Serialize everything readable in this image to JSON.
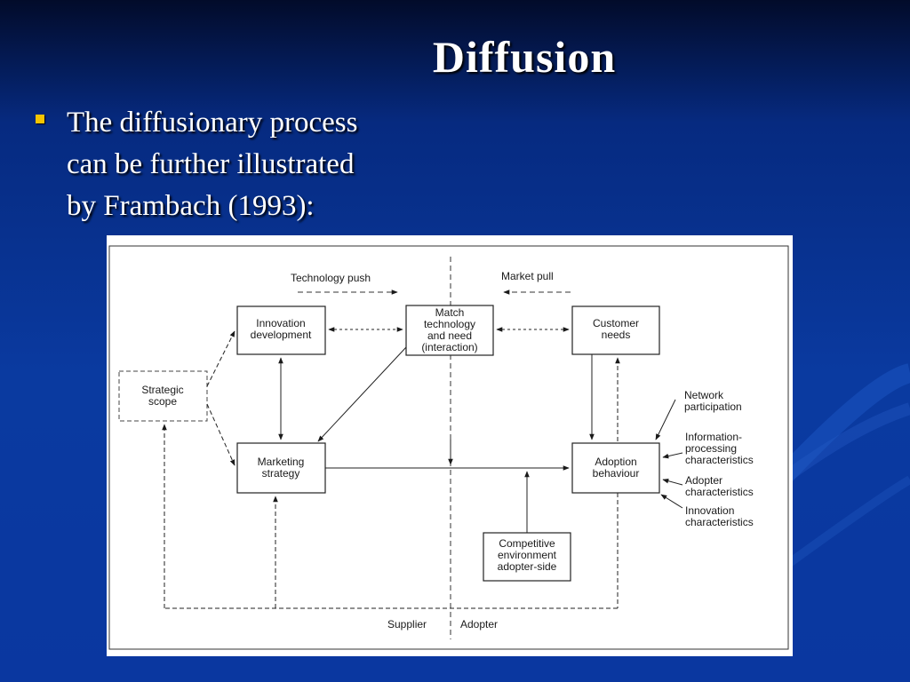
{
  "slide": {
    "title": "Diffusion",
    "bullet": [
      "The diffusionary process",
      "can be further illustrated",
      "by Frambach (1993):"
    ]
  },
  "diagram": {
    "technology_push": "Technology push",
    "market_pull": "Market pull",
    "boxes": {
      "innovation_development": [
        "Innovation",
        "development"
      ],
      "match": [
        "Match",
        "technology",
        "and need",
        "(interaction)"
      ],
      "customer_needs": [
        "Customer",
        "needs"
      ],
      "strategic_scope": [
        "Strategic",
        "scope"
      ],
      "marketing_strategy": [
        "Marketing",
        "strategy"
      ],
      "adoption_behaviour": [
        "Adoption",
        "behaviour"
      ],
      "competitive": [
        "Competitive",
        "environment",
        "adopter-side"
      ]
    },
    "factors": {
      "network": [
        "Network",
        "participation"
      ],
      "information": [
        "Information-",
        "processing",
        "characteristics"
      ],
      "adopter": [
        "Adopter",
        "characteristics"
      ],
      "innovation": [
        "Innovation",
        "characteristics"
      ]
    },
    "supplier": "Supplier",
    "adopter": "Adopter"
  }
}
